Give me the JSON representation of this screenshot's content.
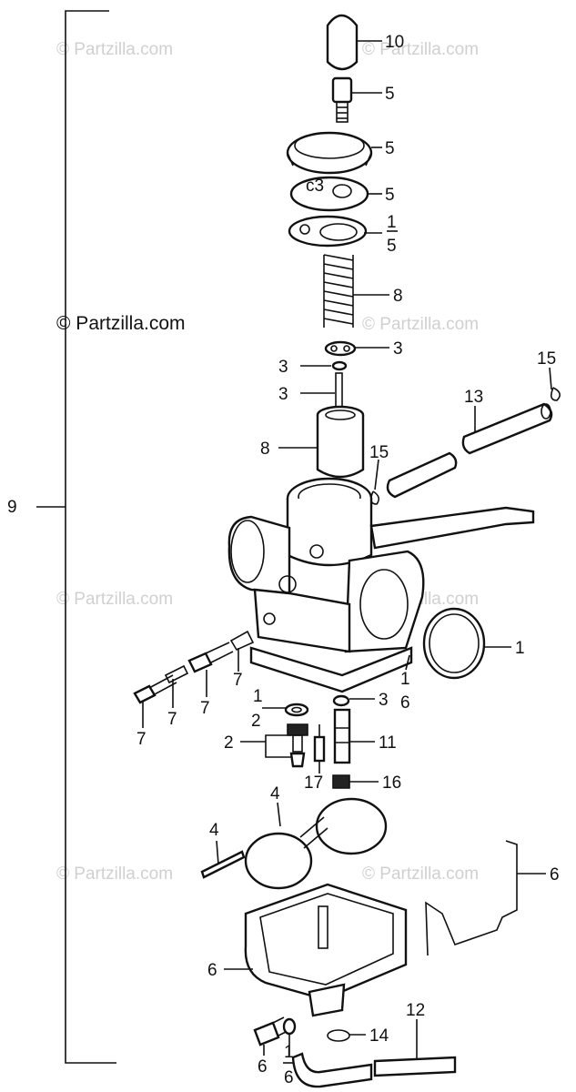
{
  "watermarks": {
    "main": "© Partzilla.com",
    "repeat": "© Partzilla.com"
  },
  "labels": {
    "assembly": "9",
    "top_cap": "10",
    "adjuster": "5",
    "top_ring": "5",
    "top_cover": "5",
    "gasket_top_a": "1",
    "gasket_top_b": "5",
    "spring": "8",
    "clip_right": "3",
    "clip_left": "3",
    "needle": "3",
    "slide": "8",
    "tube_upper": "13",
    "clip_tube_upper": "15",
    "clip_tube_lower": "15",
    "o_ring": "1",
    "body_gasket_a": "1",
    "body_gasket_b": "6",
    "screw_a": "7",
    "screw_b": "7",
    "screw_c": "7",
    "screw_d": "7",
    "washer": "1",
    "jet_group": "2",
    "needle_jet": "3",
    "needle_jet_holder": "11",
    "float_valve": "17",
    "float_pin_holder": "16",
    "float": "4",
    "float_pin": "4",
    "bracket": "6",
    "float_bowl": "6",
    "drain_tube": "12",
    "drain_clip": "14",
    "drain_screw": "6",
    "drain_washer_a": "1",
    "drain_washer_b": "6"
  }
}
